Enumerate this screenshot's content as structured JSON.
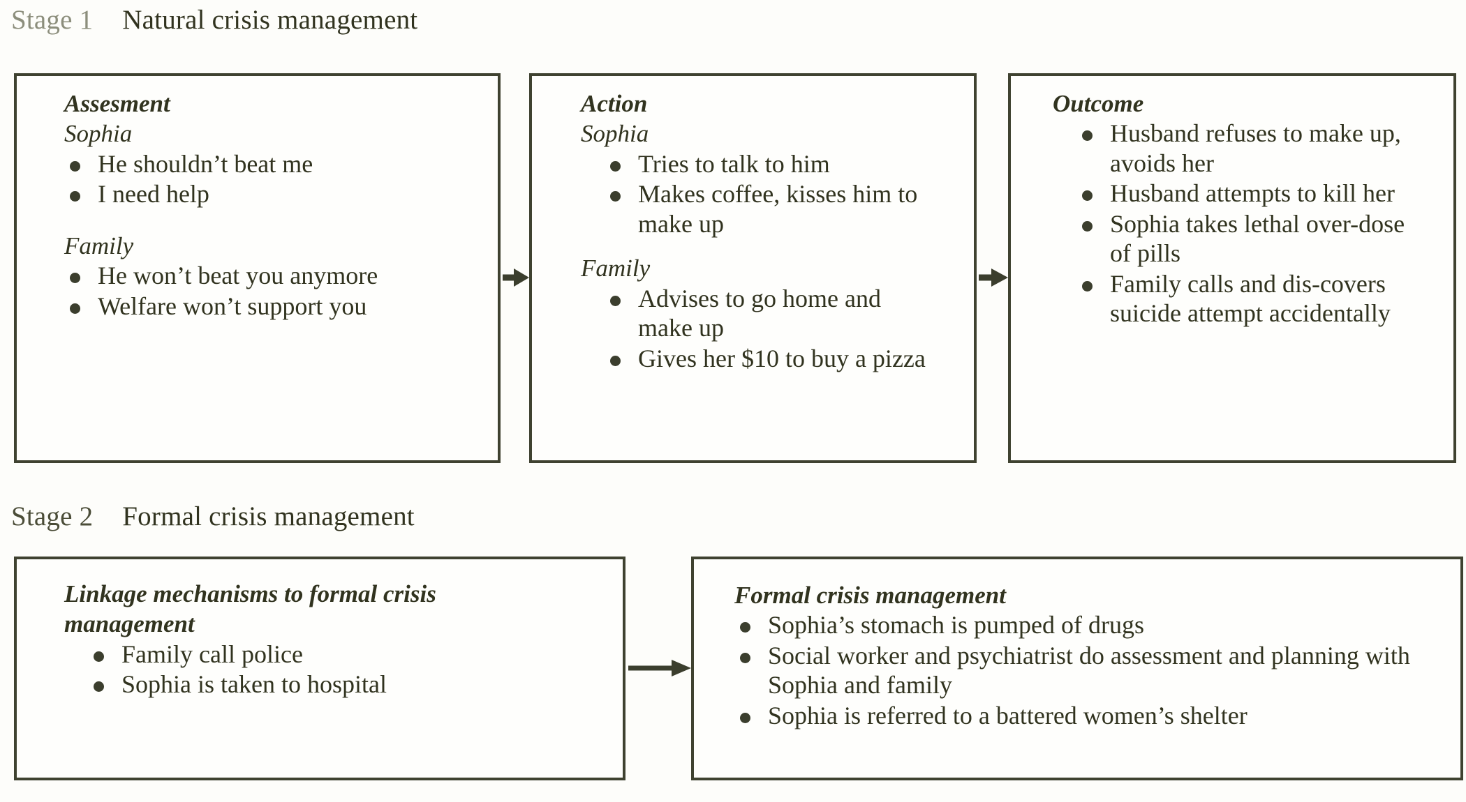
{
  "stages": [
    {
      "label": "Stage 1",
      "title": "Natural crisis management"
    },
    {
      "label": "Stage 2",
      "title": "Formal crisis management"
    }
  ],
  "boxes": {
    "assessment": {
      "title": "Assesment",
      "groups": [
        {
          "subtitle": "Sophia",
          "bullets": [
            "He shouldn’t beat me",
            "I need help"
          ]
        },
        {
          "subtitle": "Family",
          "bullets": [
            "He won’t beat you anymore",
            "Welfare won’t support you"
          ]
        }
      ]
    },
    "action": {
      "title": "Action",
      "groups": [
        {
          "subtitle": "Sophia",
          "bullets": [
            "Tries to talk to him",
            "Makes coffee, kisses him to make up"
          ]
        },
        {
          "subtitle": "Family",
          "bullets": [
            "Advises to go home and make up",
            "Gives her $10 to buy a pizza"
          ]
        }
      ]
    },
    "outcome": {
      "title": "Outcome",
      "bullets": [
        "Husband refuses to make up, avoids her",
        "Husband attempts to kill her",
        "Sophia takes lethal over-dose of pills",
        "Family calls and dis-covers suicide attempt accidentally"
      ]
    },
    "linkage": {
      "title": "Linkage mechanisms to formal crisis management",
      "bullets": [
        "Family call police",
        "Sophia is taken to hospital"
      ]
    },
    "formal": {
      "title": "Formal crisis management",
      "bullets": [
        "Sophia’s stomach is pumped of drugs",
        "Social worker and psychiatrist do assessment and planning with Sophia and family",
        "Sophia is referred to a battered women’s shelter"
      ]
    }
  },
  "arrows": [
    {
      "name": "assessment-to-action",
      "direction": "right"
    },
    {
      "name": "action-to-outcome",
      "direction": "right"
    },
    {
      "name": "linkage-to-formal",
      "direction": "right"
    }
  ],
  "colors": {
    "ink": "#3b3e2d",
    "heading_dark": "#31331f",
    "stage1_label": "#8c8e7c",
    "border": "#3f4230",
    "paper": "#fdfdfa"
  }
}
